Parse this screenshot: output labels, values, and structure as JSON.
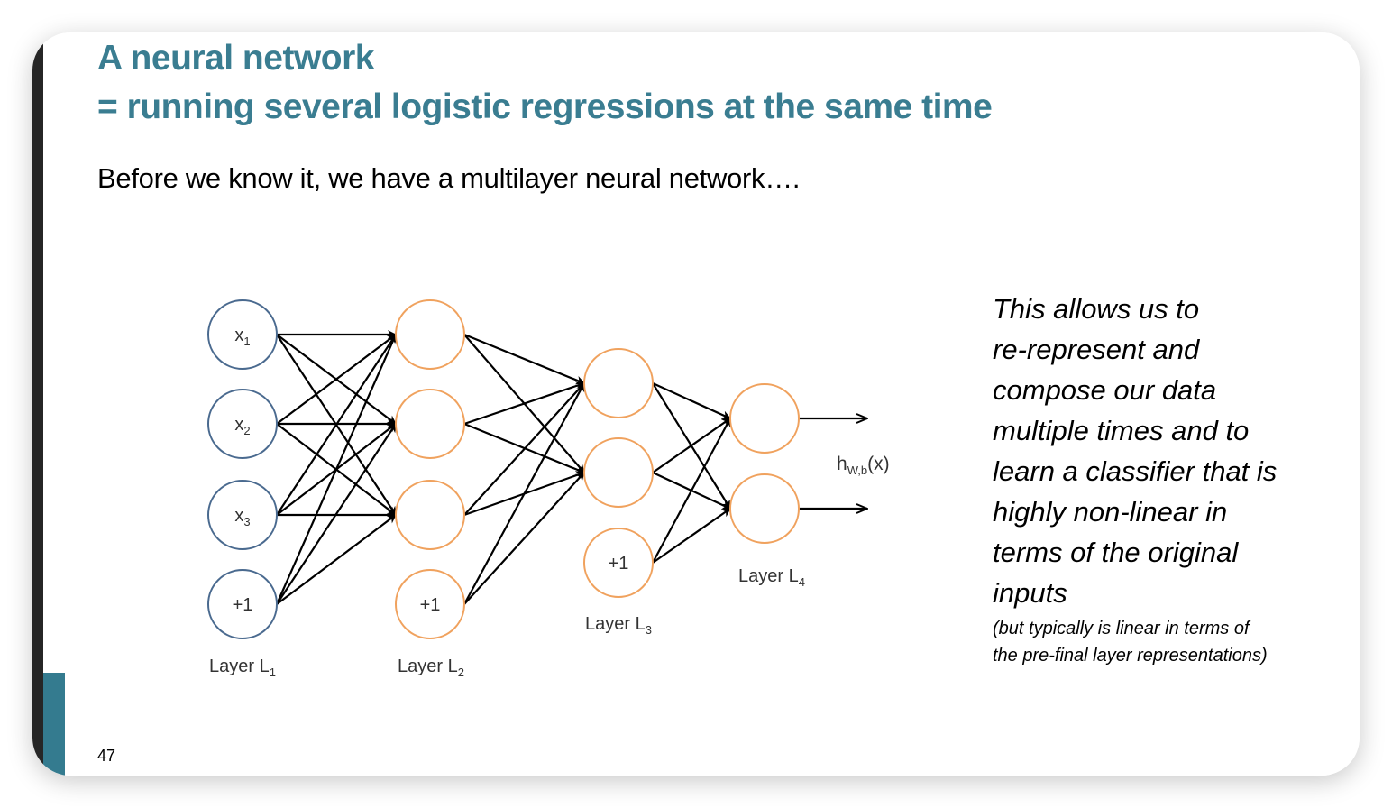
{
  "slide": {
    "title_line1": "A neural network",
    "title_line2": "= running several logistic regressions at the same time",
    "subtitle": "Before we know it, we have a multilayer neural network….",
    "side_text_main": "This allows us to re-represent and compose our data multiple times and to learn a classifier that is highly non-linear in terms of the original inputs",
    "side_text_lines": [
      "This allows us to",
      "re-represent and",
      "compose our data",
      "multiple times and to",
      "learn a classifier that is",
      "highly non-linear in",
      "terms of the original",
      "inputs"
    ],
    "side_note_lines": [
      "(but typically is linear in terms of",
      "the pre-final layer representations)"
    ],
    "page_number": "47",
    "colors": {
      "title": "#3a7d91",
      "accent_bar": "#347b8f",
      "input_node": "#4a6a8f",
      "hidden_node": "#f0a25e",
      "edge": "#000000"
    }
  },
  "diagram": {
    "layers": [
      {
        "name": "Layer L",
        "subscript": "1",
        "kind": "input",
        "nodes": [
          {
            "label": "x",
            "sub": "1",
            "bias": false
          },
          {
            "label": "x",
            "sub": "2",
            "bias": false
          },
          {
            "label": "x",
            "sub": "3",
            "bias": false
          },
          {
            "label": "+1",
            "sub": "",
            "bias": true
          }
        ]
      },
      {
        "name": "Layer L",
        "subscript": "2",
        "kind": "hidden",
        "nodes": [
          {
            "label": "",
            "sub": "",
            "bias": false
          },
          {
            "label": "",
            "sub": "",
            "bias": false
          },
          {
            "label": "",
            "sub": "",
            "bias": false
          },
          {
            "label": "+1",
            "sub": "",
            "bias": true
          }
        ]
      },
      {
        "name": "Layer L",
        "subscript": "3",
        "kind": "hidden",
        "nodes": [
          {
            "label": "",
            "sub": "",
            "bias": false
          },
          {
            "label": "",
            "sub": "",
            "bias": false
          },
          {
            "label": "+1",
            "sub": "",
            "bias": true
          }
        ]
      },
      {
        "name": "Layer L",
        "subscript": "4",
        "kind": "output",
        "nodes": [
          {
            "label": "",
            "sub": "",
            "bias": false
          },
          {
            "label": "",
            "sub": "",
            "bias": false
          }
        ]
      }
    ],
    "output_label": {
      "main": "h",
      "sub": "W,b",
      "suffix": "(x)"
    }
  }
}
